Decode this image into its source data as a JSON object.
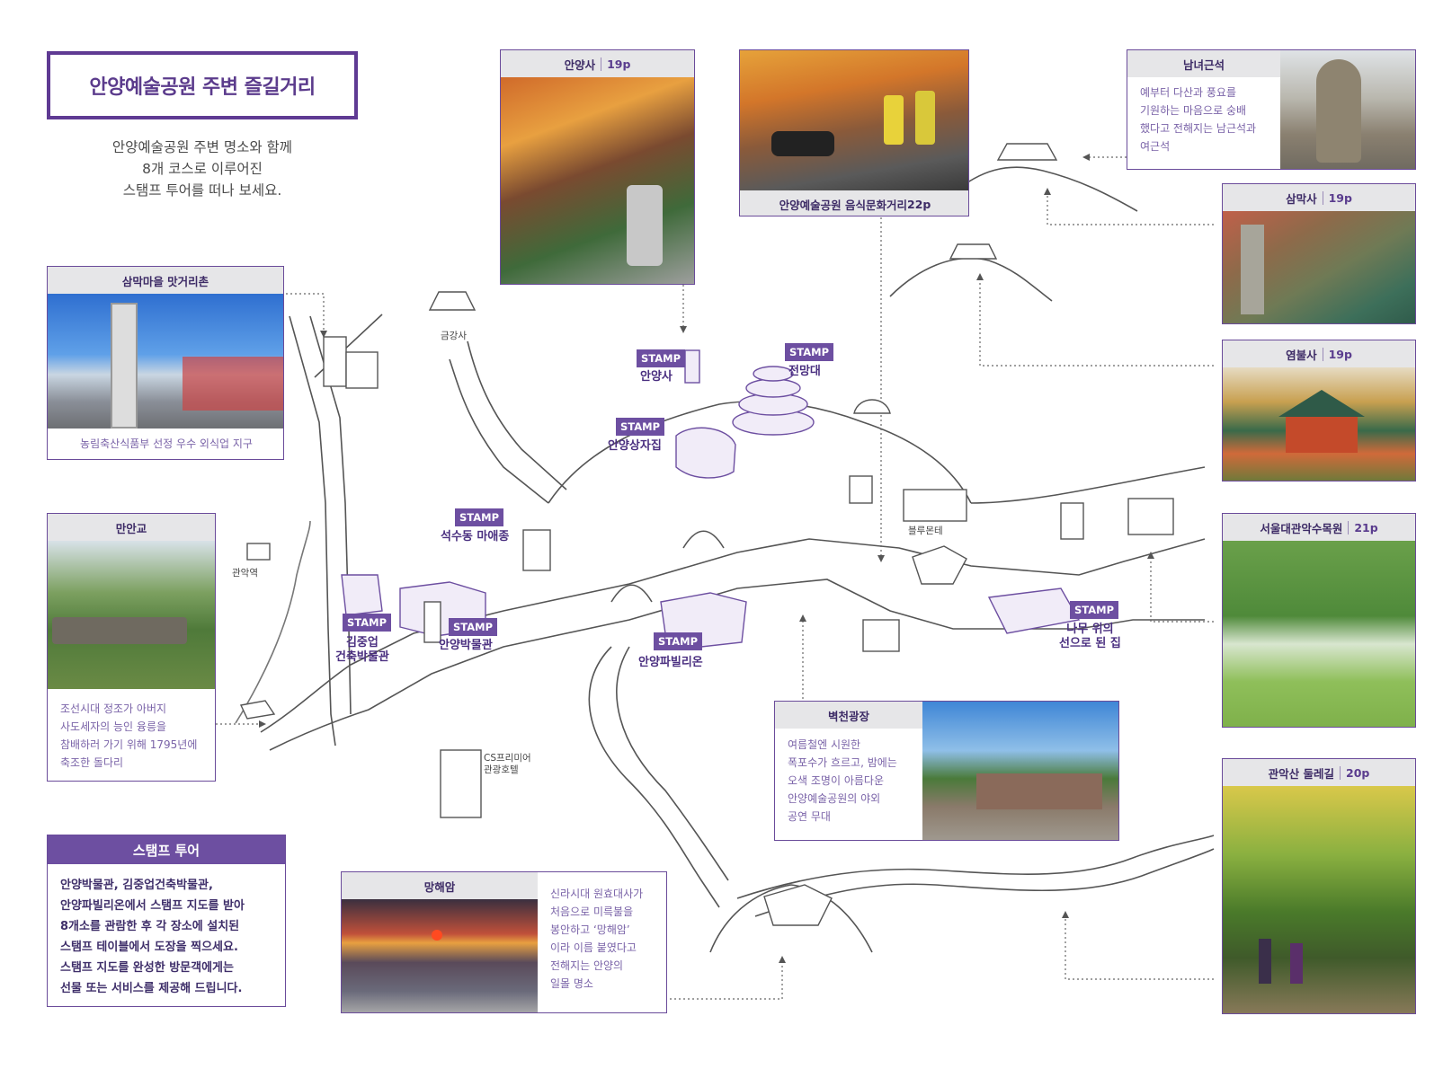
{
  "title": "안양예술공원 주변 즐길거리",
  "intro": [
    "안양예술공원 주변 명소와 함께",
    "8개 코스로 이루어진",
    "스탬프 투어를 떠나 보세요."
  ],
  "cards": {
    "sammak_food": {
      "title": "삼막마을 맛거리촌",
      "caption": "농림축산식품부 선정 우수 외식업 지구"
    },
    "manan": {
      "title": "만안교",
      "text": [
        "조선시대 정조가 아버지",
        "사도세자의 능인 융릉을",
        "참배하러 가기 위해 1795년에",
        "축조한 돌다리"
      ]
    },
    "stamp_tour": {
      "title": "스탬프 투어",
      "text": [
        "안양박물관, 김중업건축박물관,",
        "안양파빌리온에서 스탬프 지도를 받아",
        "8개소를 관람한 후 각 장소에 설치된",
        "스탬프 테이블에서 도장을 찍으세요.",
        "스탬프 지도를 완성한 방문객에게는",
        "선물 또는 서비스를 제공해 드립니다."
      ]
    },
    "anyangsa": {
      "title": "안양사",
      "page": "19p"
    },
    "food_street": {
      "title": "안양예술공원 음식문화거리",
      "page": "22p"
    },
    "namnyeo": {
      "title": "남녀근석",
      "text": [
        "예부터 다산과 풍요를",
        "기원하는 마음으로 숭배",
        "했다고 전해지는 남근석과",
        "여근석"
      ]
    },
    "sammaksa": {
      "title": "삼막사",
      "page": "19p"
    },
    "yeombulsa": {
      "title": "염불사",
      "page": "19p"
    },
    "arboretum": {
      "title": "서울대관악수목원",
      "page": "21p"
    },
    "gwanak_trail": {
      "title": "관악산 둘레길",
      "page": "20p"
    },
    "byeokcheon": {
      "title": "벽천광장",
      "text": [
        "여름철엔 시원한",
        "폭포수가 흐르고, 밤에는",
        "오색 조명이 아름다운",
        "안양예술공원의 야외",
        "공연 무대"
      ]
    },
    "manghaeam": {
      "title": "망해암",
      "text": [
        "신라시대 원효대사가",
        "처음으로 미륵불을",
        "봉안하고 ‘망해암’",
        "이라 이름 붙였다고",
        "전해지는 안양의",
        "일몰 명소"
      ]
    }
  },
  "map": {
    "stamp_label": "STAMP",
    "places": {
      "anyangsa": "안양사",
      "observatory": "전망대",
      "anyang_box": "안양상자집",
      "seoksu": "석수동 마애종",
      "kimjungup": [
        "김중업",
        "건축박물관"
      ],
      "museum": "안양박물관",
      "pavilion": "안양파빌리온",
      "treehouse": [
        "나무 위의",
        "선으로 된 집"
      ]
    },
    "minor": {
      "geumgangsa": "금강사",
      "gwanak_station": "관악역",
      "bluemonte": "블루몬테",
      "hotel": [
        "CS프리미어",
        "관광호텔"
      ]
    }
  },
  "colors": {
    "accent": "#6d4fa1",
    "line": "#555555"
  }
}
